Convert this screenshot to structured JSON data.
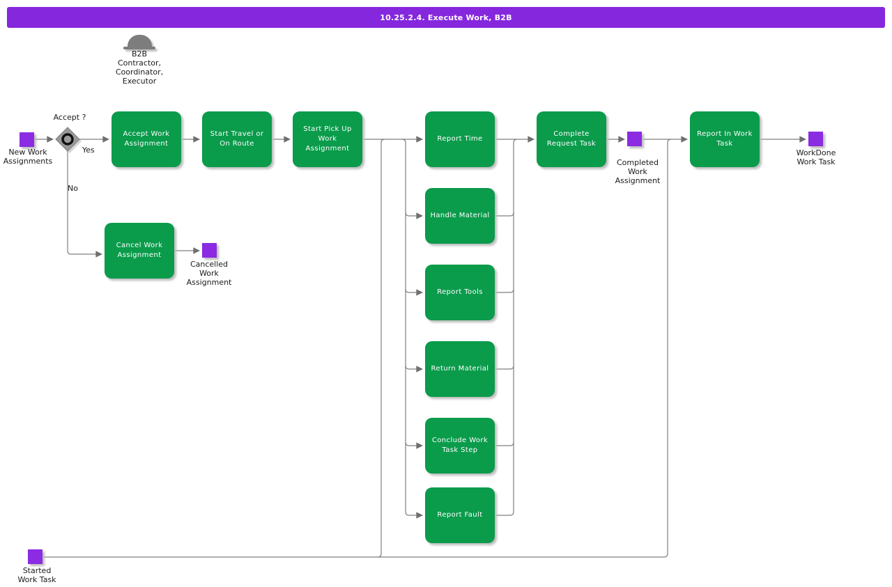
{
  "banner": {
    "title": "10.25.2.4. Execute Work, B2B"
  },
  "actor": {
    "label": "B2B\nContractor,\nCoordinator,\nExecutor"
  },
  "decision": {
    "question": "Accept ?",
    "yes_label": "Yes",
    "no_label": "No"
  },
  "tasks": {
    "accept_work": {
      "label": "Accept Work\nAssignment"
    },
    "start_travel": {
      "label": "Start Travel or\nOn Route"
    },
    "start_pickup": {
      "label": "Start Pick Up\nWork\nAssignment"
    },
    "report_time": {
      "label": "Report Time"
    },
    "handle_material": {
      "label": "Handle Material"
    },
    "report_tools": {
      "label": "Report Tools"
    },
    "return_material": {
      "label": "Return Material"
    },
    "conclude_work": {
      "label": "Conclude Work\nTask Step"
    },
    "report_fault": {
      "label": "Report Fault"
    },
    "complete_request": {
      "label": "Complete\nRequest Task"
    },
    "report_in_work": {
      "label": "Report In Work\nTask"
    },
    "cancel_work": {
      "label": "Cancel Work\nAssignment"
    }
  },
  "events": {
    "new_work": {
      "label": "New Work\nAssignments"
    },
    "cancelled": {
      "label": "Cancelled\nWork\nAssignment"
    },
    "completed": {
      "label": "Completed\nWork\nAssignment"
    },
    "workdone": {
      "label": "WorkDone\nWork Task"
    },
    "started": {
      "label": "Started\nWork Task"
    }
  },
  "colors": {
    "banner_purple": "#8527dd",
    "event_purple": "#8b2be2",
    "task_green": "#0a9b4b",
    "line_gray": "#7f7f7f",
    "gateway_gray": "#9a9a9a"
  }
}
